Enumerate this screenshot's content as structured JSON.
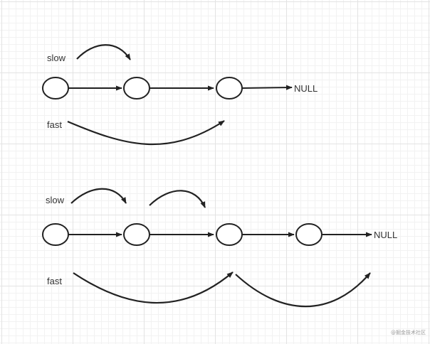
{
  "diagram": {
    "top": {
      "slow_label": "slow",
      "fast_label": "fast",
      "null_label": "NULL"
    },
    "bottom": {
      "slow_label": "slow",
      "fast_label": "fast",
      "null_label": "NULL"
    },
    "watermark": "@掘金技术社区"
  }
}
